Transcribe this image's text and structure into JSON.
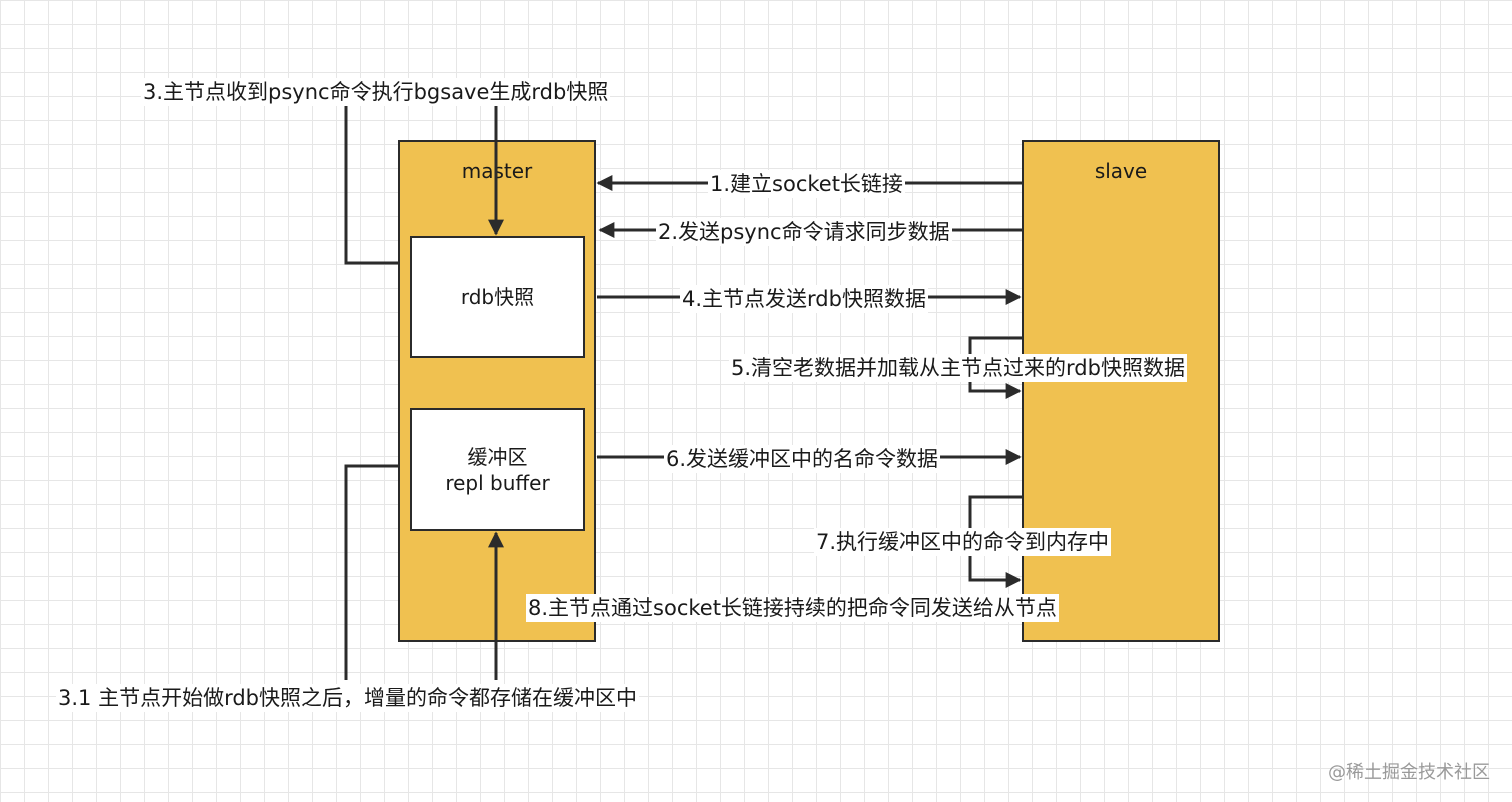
{
  "master": {
    "title": "master",
    "rdb_box": "rdb快照",
    "buffer_box_line1": "缓冲区",
    "buffer_box_line2": "repl buffer"
  },
  "slave": {
    "title": "slave"
  },
  "steps": {
    "s1": "1.建立socket长链接",
    "s2": "2.发送psync命令请求同步数据",
    "s3": "3.主节点收到psync命令执行bgsave生成rdb快照",
    "s3_1": "3.1 主节点开始做rdb快照之后，增量的命令都存储在缓冲区中",
    "s4": "4.主节点发送rdb快照数据",
    "s5": "5.清空老数据并加载从主节点过来的rdb快照数据",
    "s6": "6.发送缓冲区中的名命令数据",
    "s7": "7.执行缓冲区中的命令到内存中",
    "s8": "8.主节点通过socket长链接持续的把命令同发送给从节点"
  },
  "watermark": "@稀土掘金技术社区",
  "colors": {
    "block_fill": "#f0c150",
    "stroke": "#2b2b2b",
    "grid": "#e6e6e6"
  }
}
